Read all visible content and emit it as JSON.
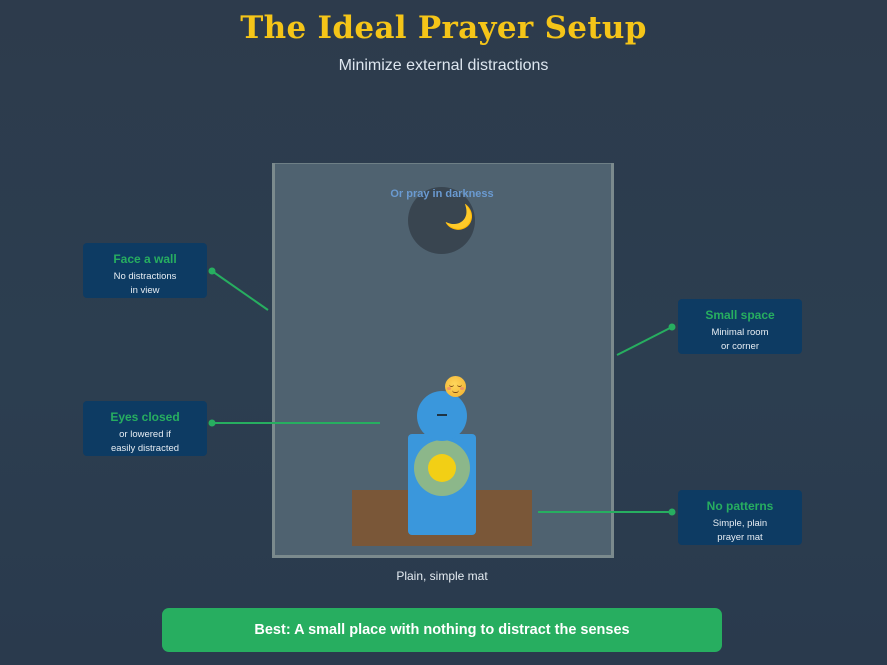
{
  "header": {
    "title": "The Ideal Prayer Setup",
    "subtitle": "Minimize external distractions"
  },
  "room": {
    "darkness_label": "Or pray in darkness",
    "moon_icon": "crescent-moon-icon",
    "mat_label": "Plain, simple mat"
  },
  "callouts": [
    {
      "title": "Face a wall",
      "desc": "No distractions\nin view"
    },
    {
      "title": "Eyes closed",
      "desc": "or lowered if\neasily distracted"
    },
    {
      "title": "Small space",
      "desc": "Minimal room\nor corner"
    },
    {
      "title": "No patterns",
      "desc": "Simple, plain\nprayer mat"
    }
  ],
  "footer": {
    "banner": "Best: A small place with nothing to distract the senses"
  },
  "colors": {
    "title": "#f5c518",
    "accent": "#27ae60",
    "callout_bg": "#0d3b63",
    "figure": "#3a97dc",
    "mat": "#7a5738"
  }
}
